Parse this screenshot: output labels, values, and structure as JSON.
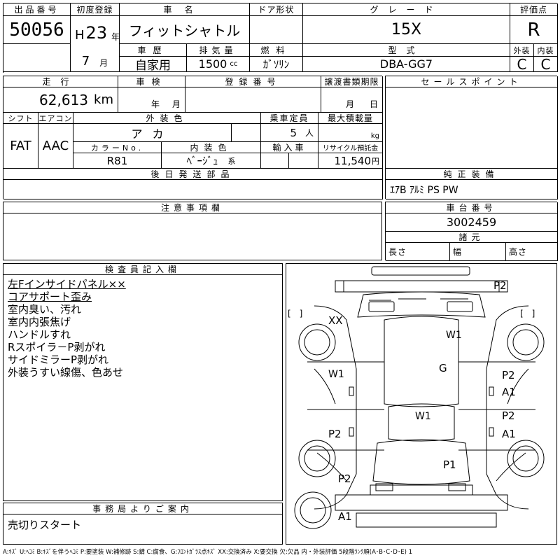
{
  "header": {
    "lot_label": "出品番号",
    "lot_value": "50056",
    "first_reg_label": "初度登録",
    "era": "H",
    "year_value": "23",
    "year_unit": "年",
    "month_value": "7",
    "month_unit": "月",
    "car_name_label": "車名",
    "car_name": "フィットシャトル",
    "door_label": "ドア形状",
    "door_value": "",
    "grade_label": "グレード",
    "grade_value": "15X",
    "score_label": "評価点",
    "score_value": "R",
    "history_label": "車歴",
    "history_value": "自家用",
    "displacement_label": "排気量",
    "displacement_value": "1500",
    "displacement_unit": "cc",
    "fuel_label": "燃料",
    "fuel_value": "ｶﾞｿﾘﾝ",
    "model_label": "型式",
    "model_value": "DBA-GG7",
    "exterior_label": "外装",
    "exterior_value": "C",
    "interior_label": "内装",
    "interior_value": "C"
  },
  "row2": {
    "mileage_label": "走行",
    "mileage_value": "62,613",
    "mileage_unit": "km",
    "inspection_label": "車検",
    "inspection_year": "年",
    "inspection_month": "月",
    "reg_no_label": "登録番号",
    "reg_no_value": "",
    "transfer_label": "譲渡書類期限",
    "transfer_month": "月",
    "transfer_day": "日",
    "sales_point_label": "セールスポイント",
    "shift_label": "シフト",
    "shift_value": "FAT",
    "ac_label": "エアコン",
    "ac_value": "AAC",
    "ext_color_label": "外装色",
    "ext_color_value": "アカ",
    "capacity_label": "乗車定員",
    "capacity_value": "5",
    "capacity_unit": "人",
    "max_load_label": "最大積載量",
    "max_load_unit": "kg",
    "color_no_label": "カラーNo.",
    "color_no_value": "R81",
    "int_color_label": "内装色",
    "int_color_value": "ﾍﾞｰｼﾞｭ",
    "int_color_unit": "系",
    "import_label": "輸入車",
    "recycle_label": "リサイクル預託金",
    "recycle_value": "11,540",
    "recycle_unit": "円",
    "later_parts_label": "後日発送部品",
    "genuine_label": "純正装備",
    "genuine_value": "ｴｱB ｱﾙﾐ PS PW"
  },
  "notes": {
    "caution_label": "注意事項欄",
    "chassis_label": "車台番号",
    "chassis_value": "3002459",
    "specs_label": "諸元",
    "length_label": "長さ",
    "width_label": "幅",
    "height_label": "高さ"
  },
  "inspector": {
    "label": "検査員記入欄",
    "lines": [
      "左Fインサイドパネル××",
      "コアサポート歪み",
      "室内臭い、汚れ",
      "室内内張焦げ",
      "ハンドルすれ",
      "Rスポイラ－P剥がれ",
      "サイドミラーP剥がれ",
      "外装うすい線傷、色あせ"
    ]
  },
  "office": {
    "label": "事務局よりご案内",
    "value": "売切りスタート"
  },
  "diagram": {
    "marks": [
      "P2",
      "XX",
      "W1",
      "G",
      "W1",
      "P2",
      "A1",
      "W1",
      "P2",
      "P2",
      "A1",
      "P1",
      "P2",
      "A1"
    ],
    "brackets": [
      "[　]",
      "[　]"
    ]
  },
  "legend": "A:ｷｽﾞ U:ﾍｺﾐ B:ｷｽﾞを伴うﾍｺﾐ P:要塗装 W:補修跡 S:錆 C:腐食、G:ﾌﾛﾝﾄｶﾞﾗｽ点ｷｽﾞ XX:交換済み X:要交換 欠:欠品 内・外装評価 5段階ﾗﾝｸ順(A･B･C･D･E) 1"
}
